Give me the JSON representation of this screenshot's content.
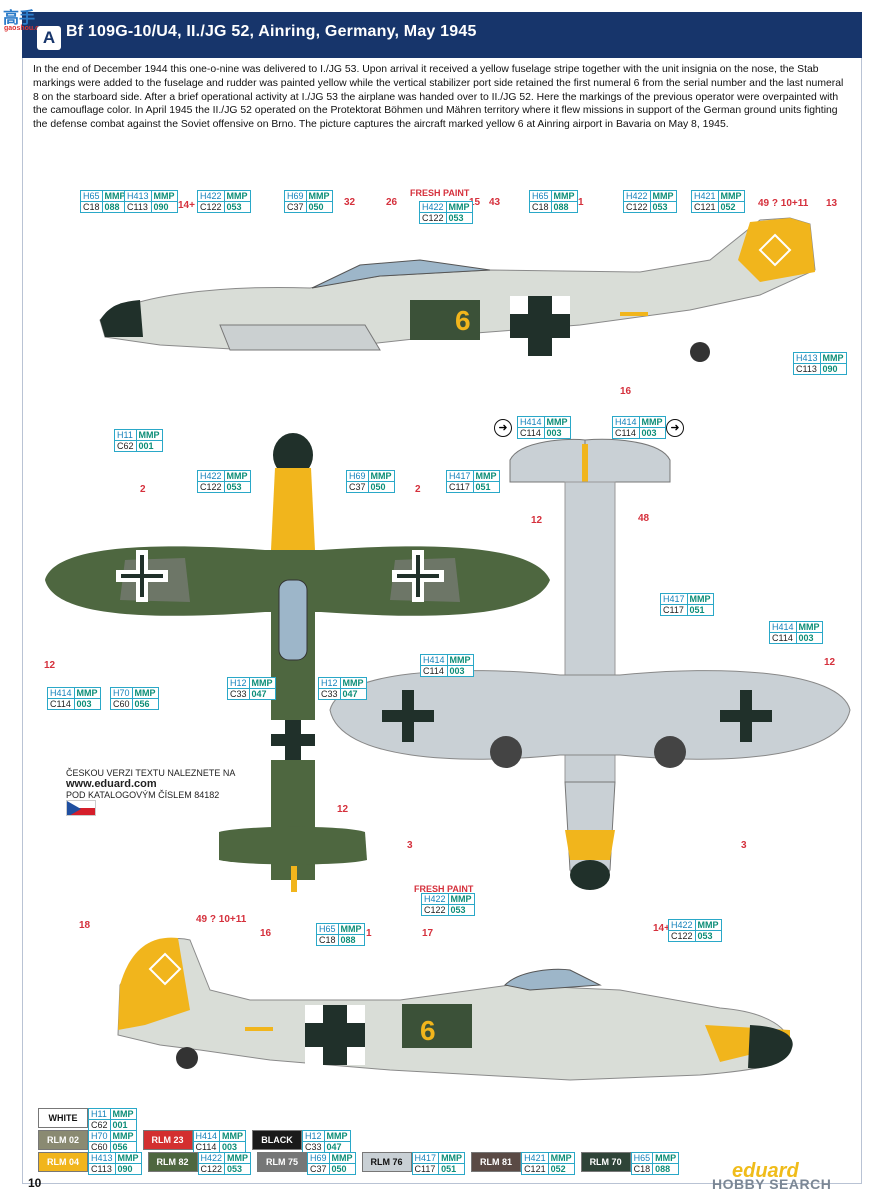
{
  "header": {
    "title": "Bf 109G-10/U4, II./JG 52, Ainring, Germany, May 1945",
    "badge": "A",
    "logo": "高手",
    "logo_sub": "gaoshou.com"
  },
  "intro": "In the end of December 1944 this one-o-nine was delivered to I./JG 53. Upon arrival it received a yellow fuselage stripe together with the unit insignia on the nose, the Stab markings were added to the fuselage and rudder was painted yellow while the vertical stabilizer port side retained the first numeral 6 from the serial number and the last numeral 8 on the starboard side. After a brief operational activity at I./JG 53 the airplane was handed over to II./JG 52. Here the markings of the previous operator were overpainted with the camouflage color. In April 1945 the II./JG 52 operated on the Protektorat Böhmen und Mähren territory where it flew missions in support of the German ground units fighting the defense combat against the Soviet offensive on Brno. The picture captures the aircraft marked yellow 6 at Ainring airport in Bavaria on May 8, 1945.",
  "notes": {
    "fresh_paint": "FRESH PAINT",
    "code_6": "6"
  },
  "callouts": [
    {
      "id": "c1",
      "h": "H65",
      "c": "C18",
      "cv": "088",
      "m": "MMP"
    },
    {
      "id": "c2",
      "h": "H413",
      "c": "C113",
      "cv": "090",
      "m": "MMP"
    },
    {
      "id": "c3",
      "h": "H422",
      "c": "C122",
      "cv": "053",
      "m": "MMP"
    },
    {
      "id": "c4",
      "h": "H69",
      "c": "C37",
      "cv": "050",
      "m": "MMP"
    },
    {
      "id": "c5",
      "h": "H422",
      "c": "C122",
      "cv": "053",
      "m": "MMP"
    },
    {
      "id": "c6",
      "h": "H65",
      "c": "C18",
      "cv": "088",
      "m": "MMP"
    },
    {
      "id": "c7",
      "h": "H422",
      "c": "C122",
      "cv": "053",
      "m": "MMP"
    },
    {
      "id": "c8",
      "h": "H421",
      "c": "C121",
      "cv": "052",
      "m": "MMP"
    },
    {
      "id": "c9",
      "h": "H413",
      "c": "C113",
      "cv": "090",
      "m": "MMP"
    },
    {
      "id": "c10",
      "h": "H11",
      "c": "C62",
      "cv": "001",
      "m": "MMP"
    },
    {
      "id": "c11",
      "h": "H414",
      "c": "C114",
      "cv": "003",
      "m": "MMP"
    },
    {
      "id": "c12",
      "h": "H414",
      "c": "C114",
      "cv": "003",
      "m": "MMP"
    },
    {
      "id": "c13",
      "h": "H422",
      "c": "C122",
      "cv": "053",
      "m": "MMP"
    },
    {
      "id": "c14",
      "h": "H69",
      "c": "C37",
      "cv": "050",
      "m": "MMP"
    },
    {
      "id": "c15",
      "h": "H417",
      "c": "C117",
      "cv": "051",
      "m": "MMP"
    },
    {
      "id": "c16",
      "h": "H417",
      "c": "C117",
      "cv": "051",
      "m": "MMP"
    },
    {
      "id": "c17",
      "h": "H414",
      "c": "C114",
      "cv": "003",
      "m": "MMP"
    },
    {
      "id": "c18",
      "h": "H414",
      "c": "C114",
      "cv": "003",
      "m": "MMP"
    },
    {
      "id": "c19",
      "h": "H12",
      "c": "C33",
      "cv": "047",
      "m": "MMP"
    },
    {
      "id": "c20",
      "h": "H12",
      "c": "C33",
      "cv": "047",
      "m": "MMP"
    },
    {
      "id": "c21",
      "h": "H414",
      "c": "C114",
      "cv": "003",
      "m": "MMP"
    },
    {
      "id": "c22",
      "h": "H70",
      "c": "C60",
      "cv": "056",
      "m": "MMP"
    },
    {
      "id": "c23",
      "h": "H422",
      "c": "C122",
      "cv": "053",
      "m": "MMP"
    },
    {
      "id": "c24",
      "h": "H65",
      "c": "C18",
      "cv": "088",
      "m": "MMP"
    },
    {
      "id": "c25",
      "h": "H422",
      "c": "C122",
      "cv": "053",
      "m": "MMP"
    }
  ],
  "numbers": {
    "n14p": "14+",
    "n32": "32",
    "n26": "26",
    "n15": "15",
    "n43": "43",
    "n1": "1",
    "n49": "49 ? 10+11",
    "n13": "13",
    "n16": "16",
    "n2a": "2",
    "n2b": "2",
    "n12a": "12",
    "n48": "48",
    "n12b": "12",
    "n12c": "12",
    "n3a": "3",
    "n3b": "3",
    "n12d": "12",
    "n18": "18",
    "n49b": "49 ? 10+11",
    "n16b": "16",
    "n1b": "1",
    "n17": "17",
    "n14pb": "14+"
  },
  "mini_text": {
    "line1": "ČESKOU VERZI TEXTU NALEZNETE NA",
    "url": "www.eduard.com",
    "line3": "POD KATALOGOVÝM ČÍSLEM 84182"
  },
  "legend": {
    "row1": [
      {
        "label": "WHITE",
        "color": "#ffffff",
        "light": true,
        "h": "H11",
        "c": "C62",
        "cv": "001"
      }
    ],
    "row2": [
      {
        "label": "RLM 02",
        "color": "#8a8a72",
        "h": "H70",
        "c": "C60",
        "cv": "056"
      },
      {
        "label": "RLM 23",
        "color": "#d32f2f",
        "h": "H414",
        "c": "C114",
        "cv": "003"
      },
      {
        "label": "BLACK",
        "color": "#1a1a1a",
        "h": "H12",
        "c": "C33",
        "cv": "047"
      }
    ],
    "row3": [
      {
        "label": "RLM 04",
        "color": "#f1b51c",
        "h": "H413",
        "c": "C113",
        "cv": "090"
      },
      {
        "label": "RLM 82",
        "color": "#4e6740",
        "h": "H422",
        "c": "C122",
        "cv": "053"
      },
      {
        "label": "RLM 75",
        "color": "#767777",
        "h": "H69",
        "c": "C37",
        "cv": "050"
      },
      {
        "label": "RLM 76",
        "color": "#c9d0d5",
        "light": true,
        "h": "H417",
        "c": "C117",
        "cv": "051"
      },
      {
        "label": "RLM 81",
        "color": "#5a4a45",
        "h": "H421",
        "c": "C121",
        "cv": "052"
      },
      {
        "label": "RLM 70",
        "color": "#2f4438",
        "h": "H65",
        "c": "C18",
        "cv": "088"
      }
    ],
    "mmp": "MMP"
  },
  "footer": {
    "page_number": "10",
    "brand": "eduard",
    "brand2": "HOBBY SEARCH"
  },
  "colors": {
    "header_bg": "#17356b",
    "red": "#d5303c",
    "callout_border": "#2aa8c8",
    "yellow": "#f1b51c"
  }
}
